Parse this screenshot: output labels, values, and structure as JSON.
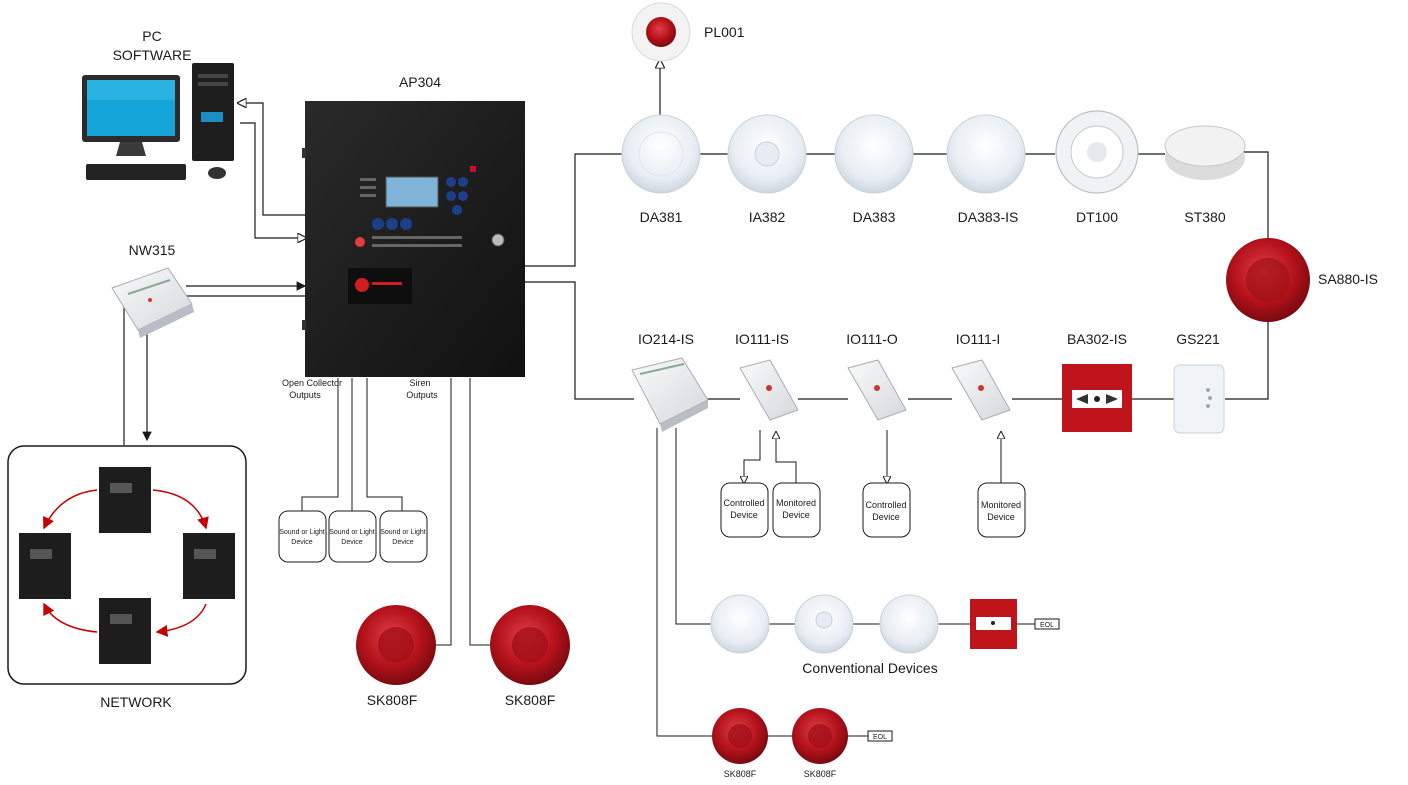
{
  "labels": {
    "pc_software_1": "PC",
    "pc_software_2": "SOFTWARE",
    "panel": "AP304",
    "network_interface": "NW315",
    "network": "NETWORK",
    "beacon": "PL001",
    "open_collector_1": "Open Collector",
    "open_collector_2": "Outputs",
    "siren_1": "Siren",
    "siren_2": "Outputs",
    "sounder_a": "SK808F",
    "sounder_b": "SK808F",
    "loop_sounder": "SA880-IS",
    "conventional": "Conventional Devices",
    "small_sounder_a": "SK808F",
    "small_sounder_b": "SK808F",
    "eol_a": "EOL",
    "eol_b": "EOL"
  },
  "loop_top": [
    "DA381",
    "IA382",
    "DA383",
    "DA383-IS",
    "DT100",
    "ST380"
  ],
  "loop_bottom": [
    "IO214-IS",
    "IO111-IS",
    "IO111-O",
    "IO111-I",
    "BA302-IS",
    "GS221"
  ],
  "sound_light": [
    "Sound or Light Device",
    "Sound or Light Device",
    "Sound or Light Device"
  ],
  "io_devices": {
    "io111is_controlled": [
      "Controlled",
      "Device"
    ],
    "io111is_monitored": [
      "Monitored",
      "Device"
    ],
    "io111o_controlled": [
      "Controlled",
      "Device"
    ],
    "io111i_monitored": [
      "Monitored",
      "Device"
    ]
  },
  "colors": {
    "panel_body": "#1c1c1c",
    "sounder_red": "#b5121b",
    "call_point_red": "#c0141c",
    "network_arrow": "#c40000",
    "detector_white": "#eef2f6"
  },
  "icons": [
    "computer-icon",
    "fire-panel-icon",
    "smoke-detector-icon",
    "heat-detector-icon",
    "sounder-icon",
    "beacon-icon",
    "call-point-icon",
    "io-module-icon",
    "gas-detector-icon",
    "network-module-icon"
  ]
}
